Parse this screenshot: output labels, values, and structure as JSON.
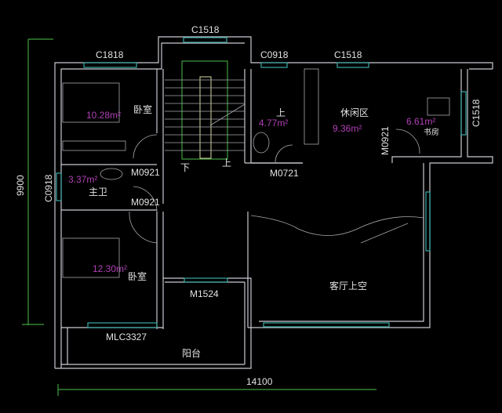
{
  "plan": {
    "dimensions": {
      "width_total": "14100",
      "height_total": "9900"
    },
    "windows": {
      "stair_top": "C1518",
      "bedroom1_top": "C1818",
      "bathroom2_top": "C0918",
      "lounge_top": "C1518",
      "study_right": "C1518",
      "bathroom1_left": "C0918",
      "balcony_door": "MLC3327"
    },
    "doors": {
      "bedroom1": "M0921",
      "bathroom1": "M0921",
      "bathroom2": "M0721",
      "study": "M0921",
      "balcony": "M1524"
    },
    "rooms": {
      "bedroom1": {
        "name": "卧室",
        "area": "10.28m²"
      },
      "bathroom1": {
        "name": "主卫",
        "area": "3.37m²"
      },
      "bedroom2": {
        "name": "卧室",
        "area": "12.30m²"
      },
      "bathroom2": {
        "name": "上",
        "area": "4.77m²"
      },
      "lounge": {
        "name": "休闲区",
        "area": "9.36m²"
      },
      "study": {
        "name": "书房",
        "area": "6.61m²"
      },
      "living_void": {
        "name": "客厅上空"
      },
      "balcony": {
        "name": "阳台"
      }
    },
    "stairs": {
      "down": "下",
      "up": "上"
    }
  }
}
